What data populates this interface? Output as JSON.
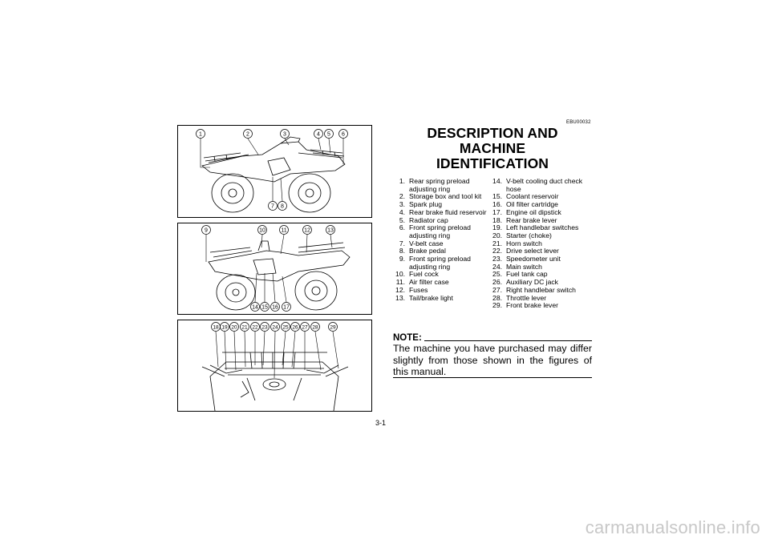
{
  "page": {
    "code": "EBU00032",
    "title_line1": "DESCRIPTION AND MACHINE",
    "title_line2": "IDENTIFICATION",
    "page_number": "3-1",
    "watermark": "carmanualsonline.info"
  },
  "legend_left": [
    {
      "n": "1.",
      "t": "Rear spring preload adjusting ring"
    },
    {
      "n": "2.",
      "t": "Storage box and tool kit"
    },
    {
      "n": "3.",
      "t": "Spark plug"
    },
    {
      "n": "4.",
      "t": "Rear brake fluid reservoir"
    },
    {
      "n": "5.",
      "t": "Radiator cap"
    },
    {
      "n": "6.",
      "t": "Front spring preload adjusting ring"
    },
    {
      "n": "7.",
      "t": "V-belt case"
    },
    {
      "n": "8.",
      "t": "Brake pedal"
    },
    {
      "n": "9.",
      "t": "Front spring preload adjusting ring"
    },
    {
      "n": "10.",
      "t": "Fuel cock"
    },
    {
      "n": "11.",
      "t": "Air filter case"
    },
    {
      "n": "12.",
      "t": "Fuses"
    },
    {
      "n": "13.",
      "t": "Tail/brake light"
    }
  ],
  "legend_right": [
    {
      "n": "14.",
      "t": "V-belt cooling duct check hose"
    },
    {
      "n": "15.",
      "t": "Coolant reservoir"
    },
    {
      "n": "16.",
      "t": "Oil filter cartridge"
    },
    {
      "n": "17.",
      "t": "Engine oil dipstick"
    },
    {
      "n": "18.",
      "t": "Rear brake lever"
    },
    {
      "n": "19.",
      "t": "Left handlebar switches"
    },
    {
      "n": "20.",
      "t": "Starter (choke)"
    },
    {
      "n": "21.",
      "t": "Horn switch"
    },
    {
      "n": "22.",
      "t": "Drive select lever"
    },
    {
      "n": "23.",
      "t": "Speedometer unit"
    },
    {
      "n": "24.",
      "t": "Main switch"
    },
    {
      "n": "25.",
      "t": "Fuel tank cap"
    },
    {
      "n": "26.",
      "t": "Auxiliary DC jack"
    },
    {
      "n": "27.",
      "t": "Right handlebar switch"
    },
    {
      "n": "28.",
      "t": "Throttle lever"
    },
    {
      "n": "29.",
      "t": "Front brake lever"
    }
  ],
  "note": {
    "label": "NOTE:",
    "text": "The machine you have purchased may differ slightly from those shown in the figures of this manual."
  },
  "figures": {
    "fig1_callouts": [
      "1",
      "2",
      "3",
      "4",
      "5",
      "6",
      "7",
      "8"
    ],
    "fig2_callouts": [
      "9",
      "10",
      "11",
      "12",
      "13",
      "14",
      "15",
      "16",
      "17"
    ],
    "fig3_callouts": [
      "18",
      "19",
      "20",
      "21",
      "22",
      "23",
      "24",
      "25",
      "26",
      "27",
      "28",
      "29"
    ]
  }
}
